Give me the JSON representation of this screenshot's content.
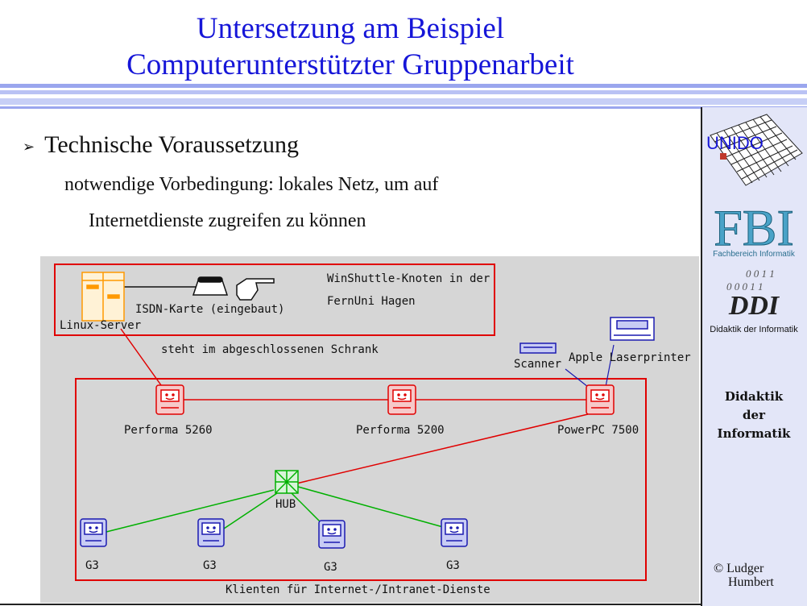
{
  "title": {
    "line1": "Untersetzung am Beispiel",
    "line2": "Computerunterstützter Gruppenarbeit"
  },
  "content": {
    "bullet_mark": "➢",
    "bullet": "Technische Voraussetzung",
    "sub_line1": "notwendige Vorbedingung: lokales Netz, um auf",
    "sub_line2": "Internetdienste zugreifen zu können"
  },
  "diagram": {
    "winshuttle_line1": "WinShuttle-Knoten in der",
    "winshuttle_line2": "FernUni Hagen",
    "isdn": "ISDN-Karte (eingebaut)",
    "linux_server": "Linux-Server",
    "schrank": "steht im abgeschlossenen Schrank",
    "scanner": "Scanner",
    "printer": "Apple Laserprinter",
    "performa5260": "Performa 5260",
    "performa5200": "Performa 5200",
    "powerpc": "PowerPC 7500",
    "hub": "HUB",
    "g3": "G3",
    "clients": "Klienten für Internet-/Intranet-Dienste"
  },
  "sidebar": {
    "unido": "UNIDO",
    "fbi": "FBI",
    "fbi_sub": "Fachbereich Informatik",
    "ddi": "DDI",
    "ddi_sub": "Didaktik der Informatik",
    "label1": "Didaktik",
    "label2": "der",
    "label3": "Informatik",
    "copyright_symbol": "©",
    "copyright_name1": "Ludger",
    "copyright_name2": "Humbert"
  },
  "colors": {
    "title": "#1616d8",
    "red": "#e00000",
    "green": "#00b000",
    "blue": "#1a1ab0",
    "orange": "#ff9900"
  }
}
